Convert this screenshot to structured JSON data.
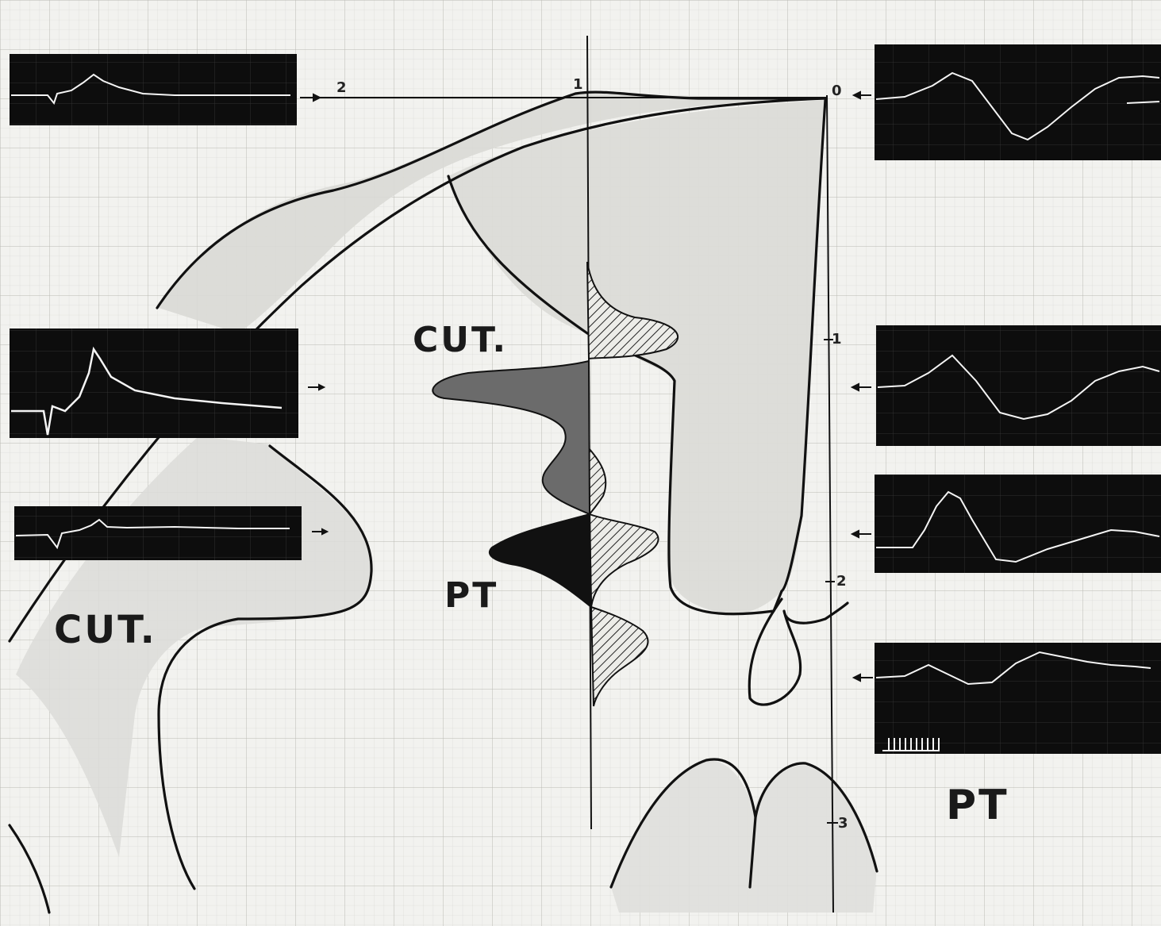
{
  "axis_top": {
    "label_2": "2",
    "label_1": "1",
    "label_0": "0"
  },
  "axis_right": {
    "label_1": "1",
    "label_2": "2",
    "label_3": "3"
  },
  "labels": {
    "cut_center": "CUT.",
    "cut_left": "CUT.",
    "pt_center": "PT",
    "pt_right": "PT"
  },
  "colors": {
    "paper": "#f2f2ef",
    "grid": "#c9c9c4",
    "outline": "#111111",
    "shade_light": "#d8d8d4",
    "shade_mid": "#6b6b6b",
    "shade_dark": "#111111",
    "trace_bg": "#0d0d0d",
    "trace": "#f4f4f4"
  }
}
